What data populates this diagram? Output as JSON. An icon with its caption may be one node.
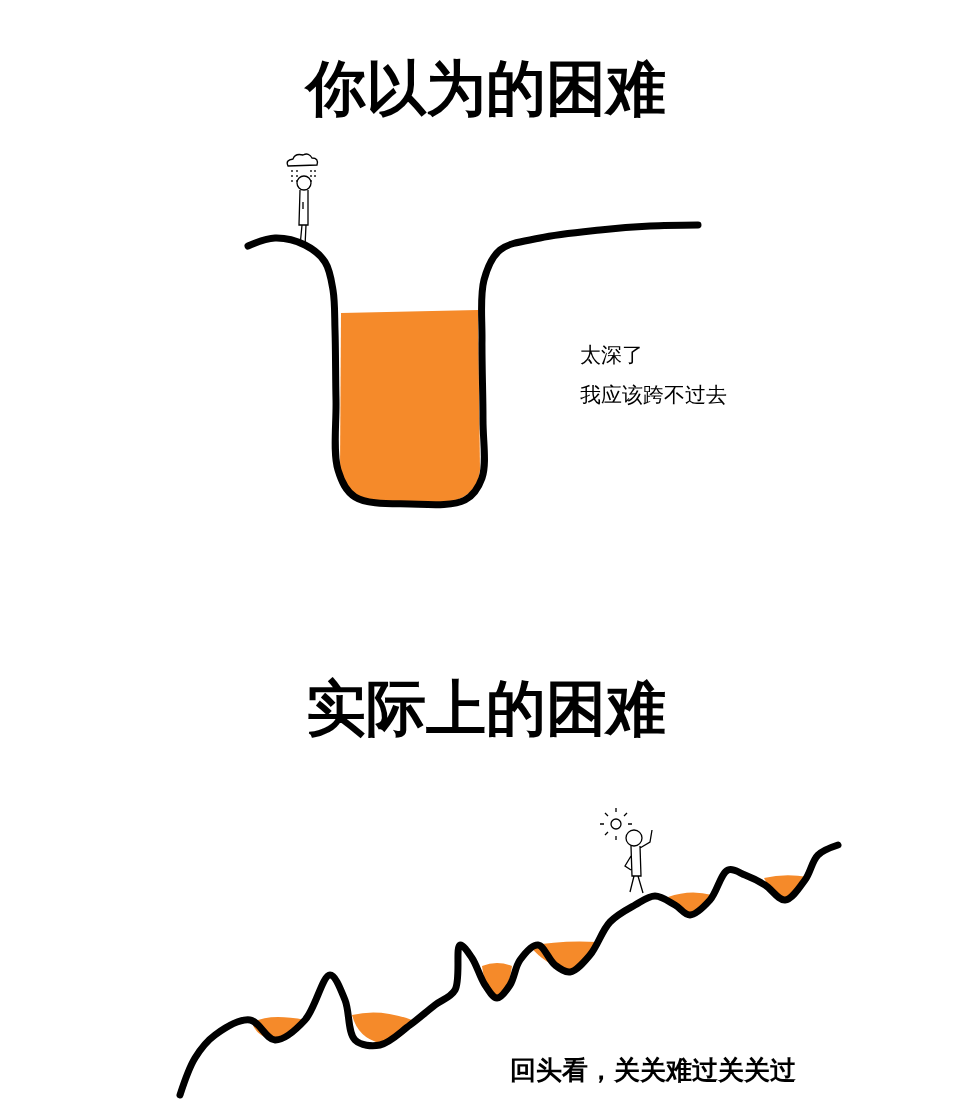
{
  "diagram": {
    "labels": [
      "你以为的困难",
      "太深了",
      "我应该跨不过去",
      "实际上的困难",
      "回头看，关关难过关关过"
    ]
  }
}
